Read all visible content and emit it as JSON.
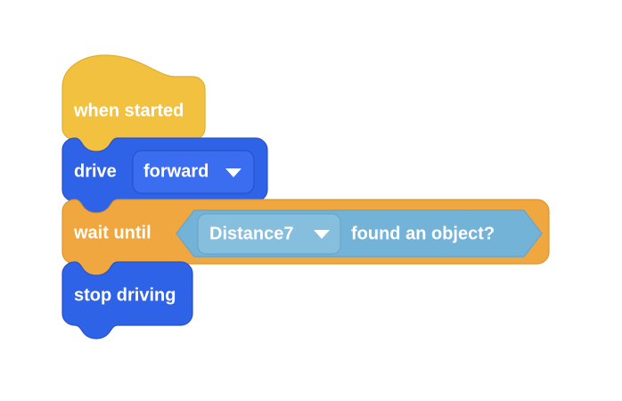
{
  "workspace": {
    "background_color": "#ffffff",
    "script_name": "when-started-script"
  },
  "palette": {
    "event_yellow": "#F2C140",
    "event_yellow_stroke": "#E0AE2C",
    "drivetrain_blue": "#2E63E8",
    "drivetrain_blue_stroke": "#2852C8",
    "drivetrain_blue_field": "#3A6DEF",
    "control_orange": "#F0A73F",
    "control_orange_stroke": "#DE9528",
    "sensing_lightblue": "#74B3D8",
    "sensing_lightblue_stroke": "#6AA5C8",
    "sensing_field": "#86BEDE",
    "text_white": "#FFFFFF"
  },
  "blocks": [
    {
      "id": "when-started",
      "type": "hat",
      "category": "event",
      "label": "when started"
    },
    {
      "id": "drive",
      "type": "stack",
      "category": "drivetrain",
      "label": "drive",
      "dropdown": {
        "name": "direction-dropdown",
        "value": "forward",
        "arrow": "chevron-down-icon"
      }
    },
    {
      "id": "wait-until",
      "type": "stack",
      "category": "control",
      "label": "wait until",
      "boolean_input": {
        "id": "found-an-object",
        "category": "sensing",
        "dropdown": {
          "name": "sensor-dropdown",
          "value": "Distance7",
          "arrow": "chevron-down-icon"
        },
        "label": "found an object?"
      }
    },
    {
      "id": "stop-driving",
      "type": "stack",
      "category": "drivetrain",
      "label": "stop driving"
    }
  ]
}
